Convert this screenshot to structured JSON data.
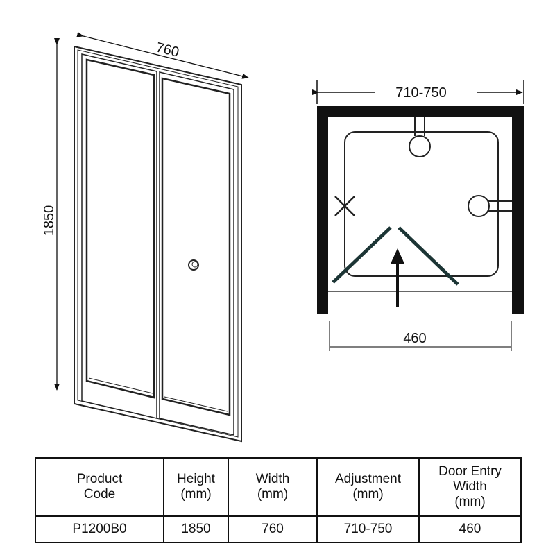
{
  "front_view": {
    "height_label": "1850",
    "width_label": "760"
  },
  "plan_view": {
    "adjustment_label": "710-750",
    "entry_label": "460",
    "glass_color": "#1c3535"
  },
  "table": {
    "headers": [
      [
        "Product",
        "Code"
      ],
      [
        "Height",
        "(mm)"
      ],
      [
        "Width",
        "(mm)"
      ],
      [
        "Adjustment",
        "(mm)"
      ],
      [
        "Door Entry",
        "Width",
        "(mm)"
      ]
    ],
    "row": [
      "P1200B0",
      "1850",
      "760",
      "710-750",
      "460"
    ]
  }
}
